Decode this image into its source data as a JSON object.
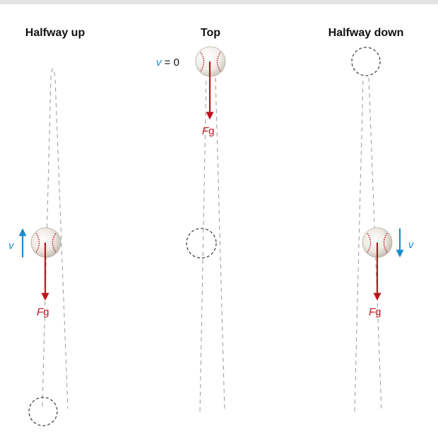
{
  "panels": [
    {
      "title": "Halfway up",
      "force_label": {
        "italic": "F",
        "rest": "g"
      },
      "velocity_label": "v",
      "velocity_direction": "up"
    },
    {
      "title": "Top",
      "force_label": {
        "italic": "F",
        "rest": "g"
      },
      "velocity_label": "v",
      "velocity_value": " = 0"
    },
    {
      "title": "Halfway down",
      "force_label": {
        "italic": "F",
        "rest": "g"
      },
      "velocity_label": "v",
      "velocity_direction": "down"
    }
  ],
  "colors": {
    "force_arrow": "#c0121c",
    "velocity_arrow": "#1a8bd0",
    "background": "#ffffff",
    "top_band": "#e4e4e4"
  },
  "icons": {
    "ball": "baseball-icon",
    "previous_position": "dashed-circle-icon"
  }
}
